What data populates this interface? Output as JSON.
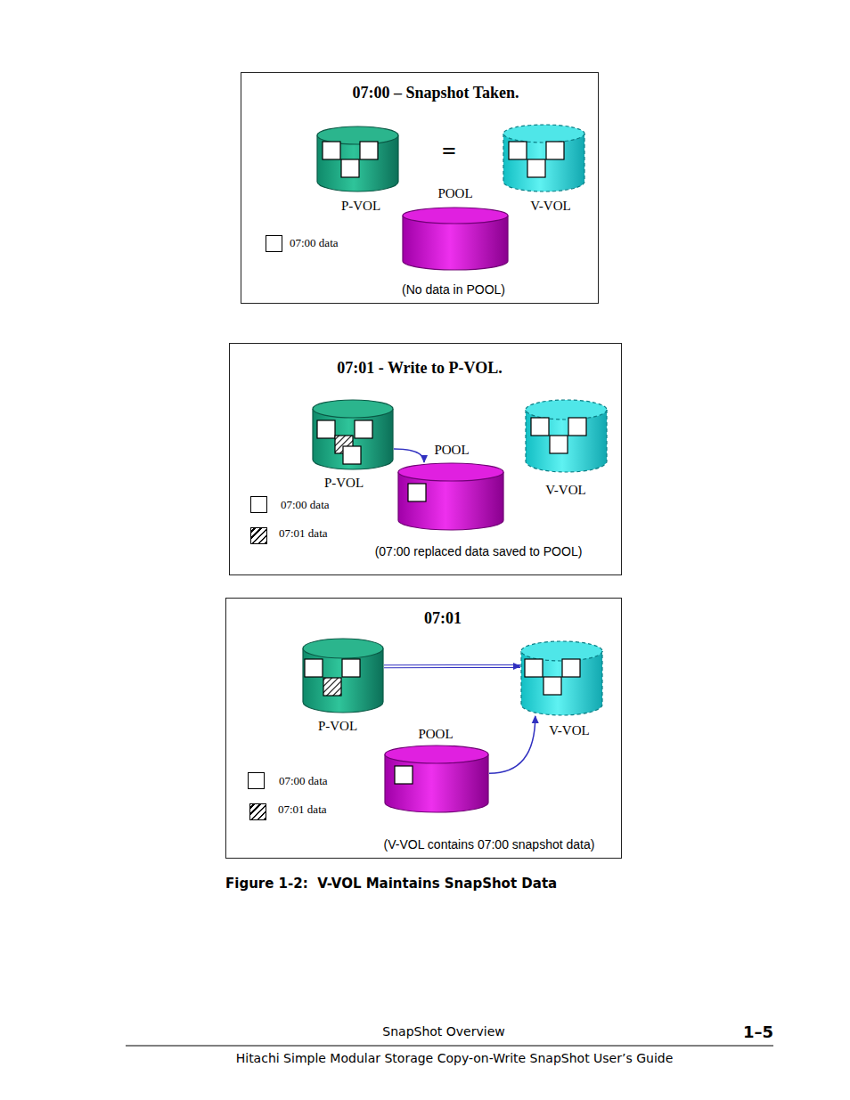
{
  "diagram": {
    "caption": "Figure 1-2:  V-VOL Maintains SnapShot Data",
    "nodes": [
      {
        "text": [
          "07:00 – Snapshot Taken.",
          "(No data in POOL)"
        ]
      },
      {
        "text": [
          "P-VOL"
        ],
        "in": 0
      },
      {
        "text": [
          "POOL"
        ],
        "in": 0
      },
      {
        "text": [
          "V-VOL"
        ],
        "in": 0
      },
      {
        "text": [
          "07:01 - Write to P-VOL.",
          "(07:00 replaced data saved to POOL)"
        ]
      },
      {
        "text": [
          "P-VOL"
        ],
        "in": 4
      },
      {
        "text": [
          "POOL"
        ],
        "in": 4
      },
      {
        "text": [
          "V-VOL"
        ],
        "in": 4
      },
      {
        "text": [
          "07:01",
          "(V-VOL contains 07:00 snapshot data)"
        ]
      },
      {
        "text": [
          "P-VOL"
        ],
        "in": 8
      },
      {
        "text": [
          "POOL"
        ],
        "in": 8
      },
      {
        "text": [
          "V-VOL"
        ],
        "in": 8
      }
    ],
    "edges": [
      {
        "from": 5,
        "to": 6,
        "arrow": "to"
      },
      {
        "from": 9,
        "to": 11,
        "arrow": "to"
      },
      {
        "from": 10,
        "to": 11,
        "arrow": "to"
      }
    ],
    "labels": [
      "=",
      "SnapShot Overview",
      "1–5",
      "Hitachi Simple Modular Storage Copy-on-Write SnapShot User’s Guide"
    ],
    "legend": [
      {
        "text": "07:00 data",
        "color": "#ffffff"
      },
      {
        "text": "07:00 data",
        "color": "#ffffff"
      },
      {
        "text": "07:01 data"
      },
      {
        "text": "07:00 data",
        "color": "#ffffff"
      },
      {
        "text": "07:01 data"
      }
    ]
  }
}
